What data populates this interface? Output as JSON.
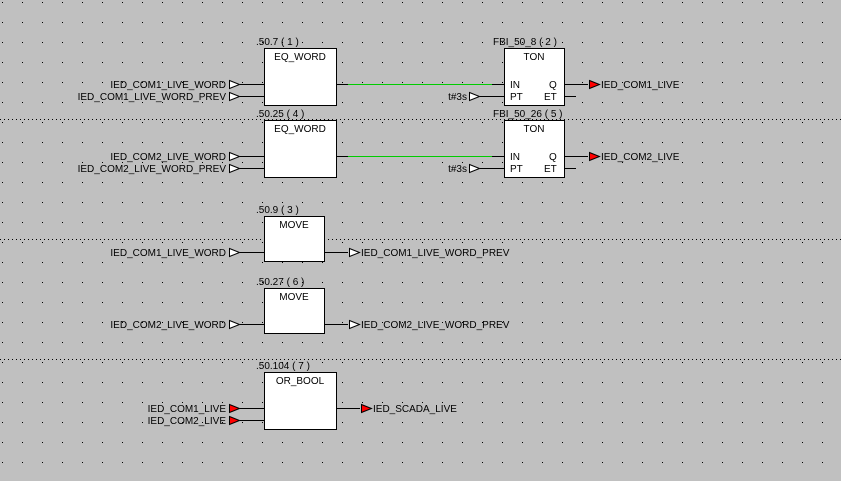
{
  "colors": {
    "background": "#c0c0c0",
    "grid_dot": "#000000",
    "block_fill": "#ffffff",
    "wire": "#000000",
    "active_link": "#00cc00",
    "bool_pin": "#ff0000"
  },
  "icons": {
    "input_pin": "hollow-right-triangle",
    "output_pin": "hollow-right-triangle",
    "bool_pin": "filled-red-triangle"
  },
  "blocks": [
    {
      "id": "eq_word_1",
      "instance": ".50.7 ( 1 )",
      "type": "EQ_WORD",
      "inputs": [
        "IED_COM1_LIVE_WORD",
        "IED_COM1_LIVE_WORD_PREV"
      ]
    },
    {
      "id": "ton_2",
      "instance": "FBI_50_8 ( 2 )",
      "type": "TON",
      "pins_in": [
        "IN",
        "PT"
      ],
      "pins_out": [
        "Q",
        "ET"
      ],
      "pt_const": "t#3s",
      "output": "IED_COM1_LIVE"
    },
    {
      "id": "eq_word_4",
      "instance": ".50.25 ( 4 )",
      "type": "EQ_WORD",
      "inputs": [
        "IED_COM2_LIVE_WORD",
        "IED_COM2_LIVE_WORD_PREV"
      ]
    },
    {
      "id": "ton_5",
      "instance": "FBI_50_26 ( 5 )",
      "type": "TON",
      "pins_in": [
        "IN",
        "PT"
      ],
      "pins_out": [
        "Q",
        "ET"
      ],
      "pt_const": "t#3s",
      "output": "IED_COM2_LIVE"
    },
    {
      "id": "move_3",
      "instance": ".50.9 ( 3 )",
      "type": "MOVE",
      "input": "IED_COM1_LIVE_WORD",
      "output": "IED_COM1_LIVE_WORD_PREV"
    },
    {
      "id": "move_6",
      "instance": ".50.27 ( 6 )",
      "type": "MOVE",
      "input": "IED_COM2_LIVE_WORD",
      "output": "IED_COM2_LIVE_WORD_PREV"
    },
    {
      "id": "or_bool_7",
      "instance": ".50.104 ( 7 )",
      "type": "OR_BOOL",
      "inputs": [
        "IED_COM1_LIVE",
        "IED_COM2_LIVE"
      ],
      "output": "IED_SCADA_LIVE"
    }
  ]
}
